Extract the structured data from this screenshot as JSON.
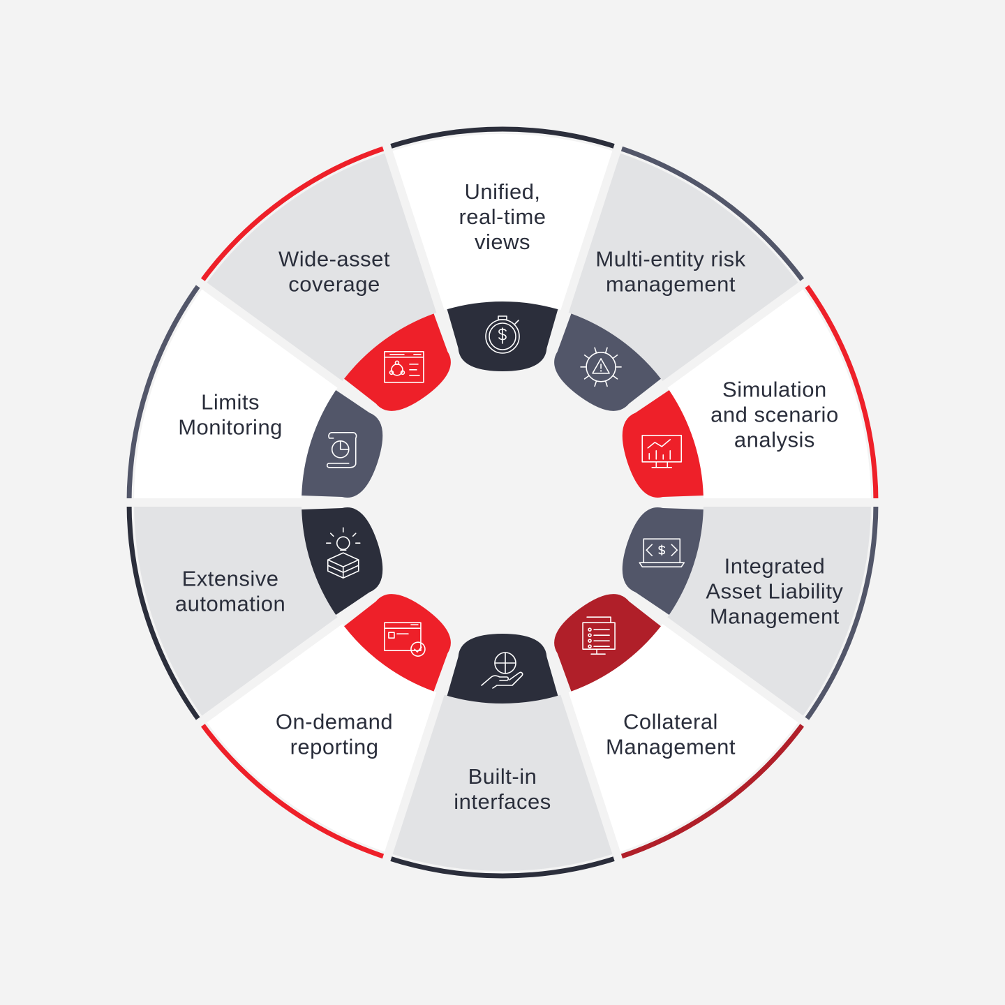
{
  "title": "Capabilities wheel",
  "colors": {
    "background": "#f3f3f3",
    "white_segment": "#ffffff",
    "gray_segment": "#e2e3e5",
    "dark": "#2b2e3b",
    "slate": "#525669",
    "red": "#ee2029",
    "dark_red": "#b01f29",
    "text": "#2a2e3b"
  },
  "segments": [
    {
      "label": [
        "Unified,",
        "real-time",
        "views"
      ],
      "fill": "white",
      "accent": "dark",
      "icon": "stopwatch-dollar-icon"
    },
    {
      "label": [
        "Multi-entity risk",
        "management"
      ],
      "fill": "gray",
      "accent": "slate",
      "icon": "gear-warning-icon"
    },
    {
      "label": [
        "Simulation",
        "and scenario",
        "analysis"
      ],
      "fill": "white",
      "accent": "red",
      "icon": "monitor-chart-icon"
    },
    {
      "label": [
        "Integrated",
        "Asset Liability",
        "Management"
      ],
      "fill": "gray",
      "accent": "slate",
      "icon": "laptop-dollar-exchange-icon"
    },
    {
      "label": [
        "Collateral",
        "Management"
      ],
      "fill": "white",
      "accent": "dark_red",
      "icon": "monitor-list-icon"
    },
    {
      "label": [
        "Built-in",
        "interfaces"
      ],
      "fill": "gray",
      "accent": "dark",
      "icon": "hand-puzzle-icon"
    },
    {
      "label": [
        "On-demand",
        "reporting"
      ],
      "fill": "white",
      "accent": "red",
      "icon": "browser-check-icon"
    },
    {
      "label": [
        "Extensive",
        "automation"
      ],
      "fill": "gray",
      "accent": "dark",
      "icon": "box-lightbulb-icon"
    },
    {
      "label": [
        "Limits",
        "Monitoring"
      ],
      "fill": "white",
      "accent": "slate",
      "icon": "document-pie-icon"
    },
    {
      "label": [
        "Wide-asset",
        "coverage"
      ],
      "fill": "gray",
      "accent": "red",
      "icon": "browser-network-icon"
    }
  ]
}
